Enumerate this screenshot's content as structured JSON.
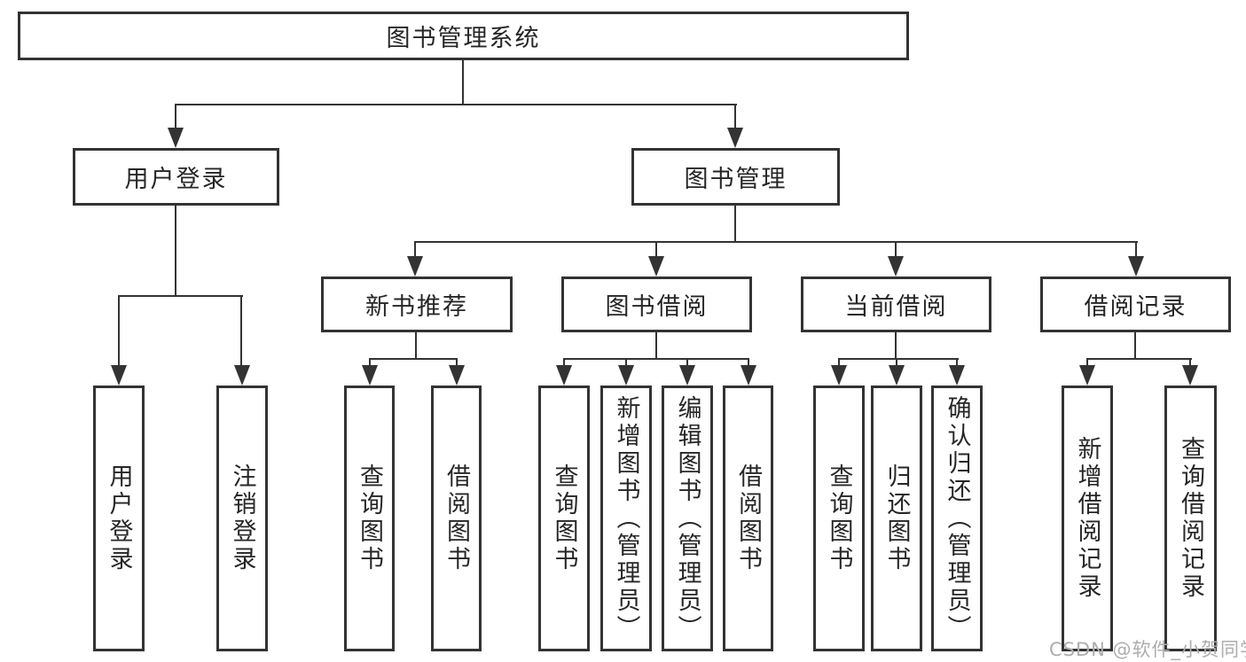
{
  "watermark": "CSDN @软件_小贺同学",
  "colors": {
    "line": "#333333",
    "text": "#262626",
    "background": "#ffffff",
    "watermark": "#adadad"
  },
  "tree": {
    "root": "图书管理系统",
    "user_login": "用户登录",
    "book_management": "图书管理",
    "user_login_children": [
      "用户登录",
      "注销登录"
    ],
    "book_management_children": [
      "新书推荐",
      "图书借阅",
      "当前借阅",
      "借阅记录"
    ],
    "new_book_children": [
      "查询图书",
      "借阅图书"
    ],
    "borrow_children": [
      "查询图书",
      "新增图书（管理员）",
      "编辑图书（管理员）",
      "借阅图书"
    ],
    "current_children": [
      "查询图书",
      "归还图书",
      "确认归还（管理员）"
    ],
    "record_children": [
      "新增借阅记录",
      "查询借阅记录"
    ]
  }
}
